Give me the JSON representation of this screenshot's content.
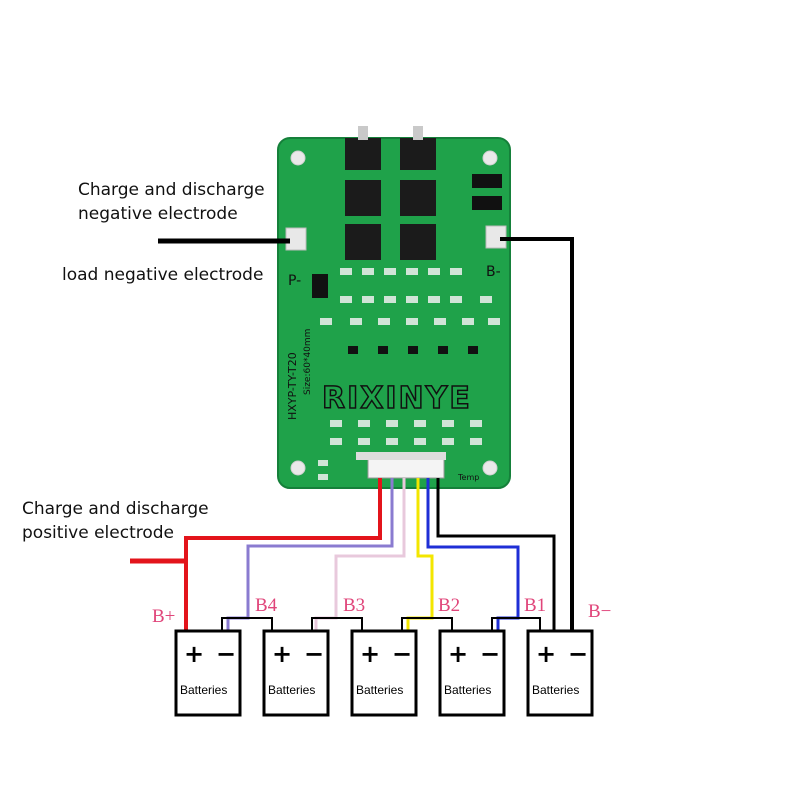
{
  "labels": {
    "neg_line1": "Charge and discharge",
    "neg_line2": "negative electrode",
    "load_neg": "load negative electrode",
    "pos_line1": "Charge and discharge",
    "pos_line2": "positive electrode"
  },
  "board": {
    "p_minus": "P-",
    "b_minus": "B-",
    "model": "HXYP-TY-T20",
    "size": "Size:60*40mm",
    "watermark": "RIXINYE",
    "temp": "Temp"
  },
  "terminals": {
    "b_plus": "B+",
    "b4": "B4",
    "b3": "B3",
    "b2": "B2",
    "b1": "B1",
    "b_minus": "B−"
  },
  "batteries": [
    {
      "label": "Batteries",
      "plus": "+",
      "minus": "−"
    },
    {
      "label": "Batteries",
      "plus": "+",
      "minus": "−"
    },
    {
      "label": "Batteries",
      "plus": "+",
      "minus": "−"
    },
    {
      "label": "Batteries",
      "plus": "+",
      "minus": "−"
    },
    {
      "label": "Batteries",
      "plus": "+",
      "minus": "−"
    }
  ],
  "colors": {
    "board_green": "#1fa24a",
    "wire_red": "#e3141b",
    "wire_purple": "#8a7bd0",
    "wire_pink": "#e8c9dc",
    "wire_yellow": "#f3e600",
    "wire_blue": "#1f2fd6",
    "wire_black": "#000000",
    "label_pink": "#e0457a"
  }
}
